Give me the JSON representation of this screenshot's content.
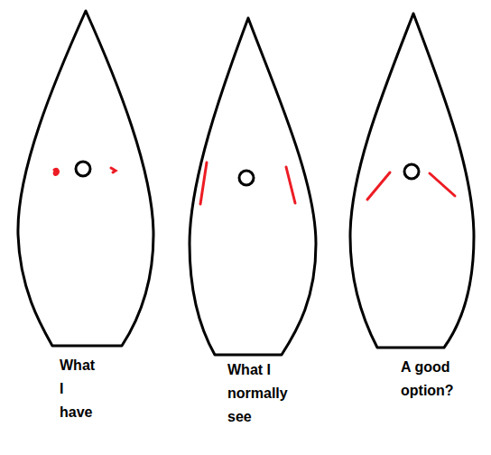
{
  "diagram": {
    "nodes": [
      {
        "text": [
          "What I have"
        ]
      },
      {
        "text": [
          "What I normally see"
        ]
      },
      {
        "text": [
          "A good option?"
        ]
      }
    ]
  }
}
